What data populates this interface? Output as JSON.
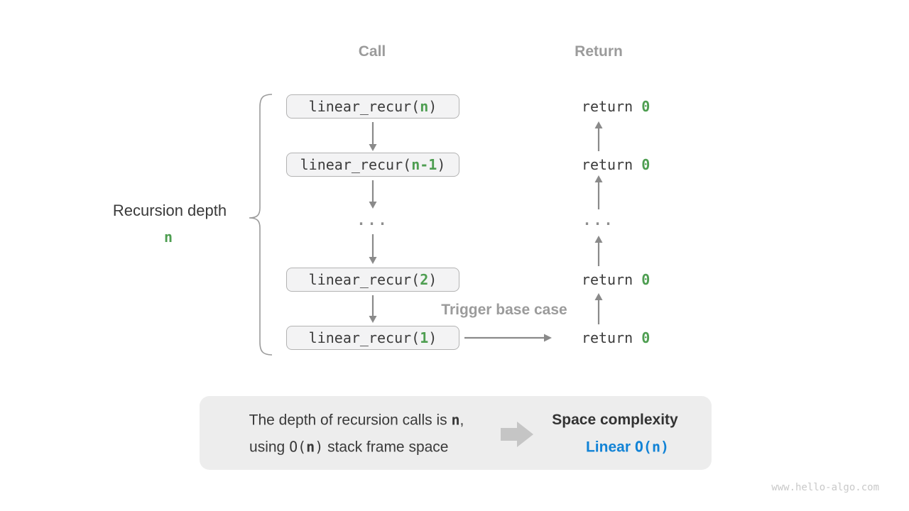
{
  "headers": {
    "call": "Call",
    "return": "Return"
  },
  "call_column": {
    "boxes": [
      {
        "prefix": "linear_recur(",
        "arg": "n",
        "suffix": ")"
      },
      {
        "prefix": "linear_recur(",
        "arg": "n-1",
        "suffix": ")"
      },
      {
        "prefix": "linear_recur(",
        "arg": "2",
        "suffix": ")"
      },
      {
        "prefix": "linear_recur(",
        "arg": "1",
        "suffix": ")"
      }
    ],
    "ellipsis": "..."
  },
  "return_column": {
    "rows": [
      {
        "keyword": "return ",
        "value": "0"
      },
      {
        "keyword": "return ",
        "value": "0"
      },
      {
        "keyword": "return ",
        "value": "0"
      },
      {
        "keyword": "return ",
        "value": "0"
      }
    ],
    "ellipsis": "..."
  },
  "depth_label": {
    "title": "Recursion depth",
    "value": "n"
  },
  "annotations": {
    "trigger_base_case": "Trigger base case"
  },
  "summary": {
    "line1": {
      "pre": "The depth of recursion calls is ",
      "var": "n",
      "post": ","
    },
    "line2": {
      "pre": "using ",
      "code_open": "O(",
      "var": "n",
      "code_close": ")",
      "post": " stack frame space"
    },
    "result": {
      "title": "Space complexity",
      "label": "Linear ",
      "code_open": "O(",
      "var": "n",
      "code_close": ")"
    }
  },
  "watermark": "www.hello-algo.com",
  "colors": {
    "green": "#4e9e51",
    "blue": "#1283d6",
    "gray_label": "#9b9b9b",
    "arrow_gray": "#8a8a8a",
    "code_text": "#3c3c3c",
    "box_fill": "#f3f3f4",
    "box_border": "#b3b3b3",
    "summary_fill": "#ededed",
    "big_arrow": "#c5c5c5",
    "watermark_gray": "#c9c9c9"
  }
}
